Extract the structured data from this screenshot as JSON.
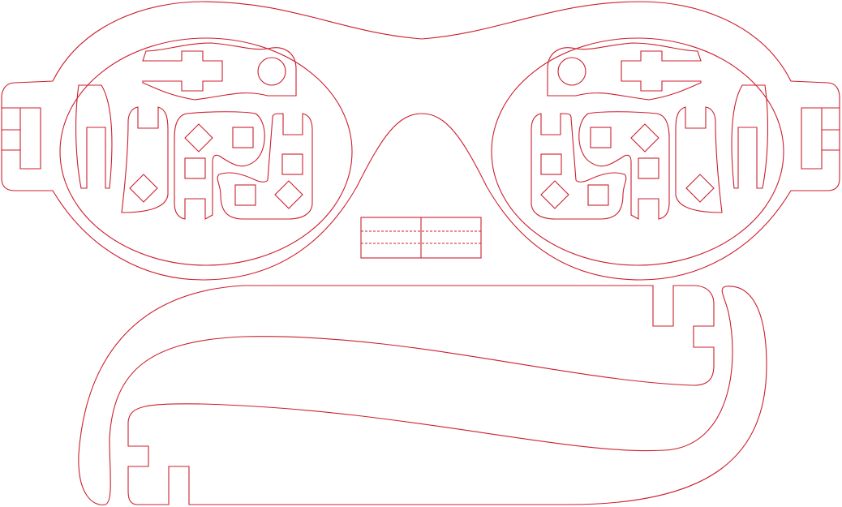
{
  "drawing": {
    "stroke_color": "#cc1f2d",
    "background_color": "#ffffff",
    "parts": [
      "frame",
      "left-lens-pieces",
      "right-lens-pieces",
      "nose-insert",
      "temple-arm-top",
      "temple-arm-bottom"
    ]
  }
}
